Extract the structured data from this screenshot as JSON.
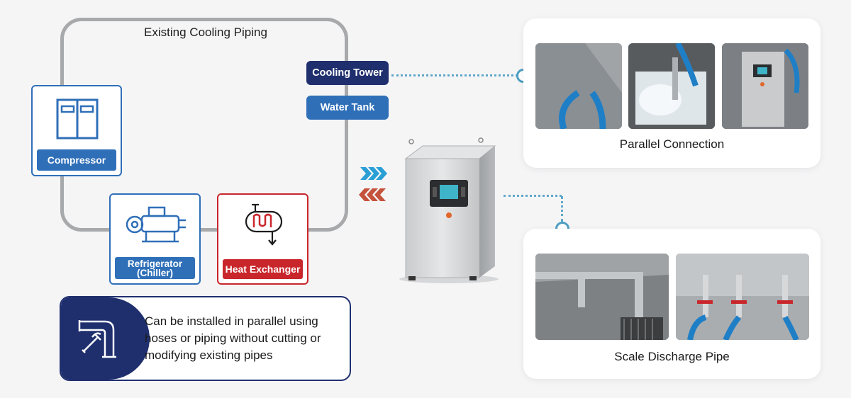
{
  "piping": {
    "title": "Existing Cooling Piping"
  },
  "components": {
    "compressor": "Compressor",
    "refrigerator_line1": "Refrigerator",
    "refrigerator_line2": "(Chiller)",
    "heat_exchanger": "Heat Exchanger"
  },
  "connections": {
    "cooling_tower": "Cooling Tower",
    "water_tank": "Water Tank"
  },
  "photos": {
    "parallel_caption": "Parallel Connection",
    "discharge_caption": "Scale Discharge Pipe"
  },
  "note": {
    "text": "Can be installed in parallel using hoses or piping without cutting or modifying existing pipes"
  },
  "colors": {
    "blue": "#2f6fb8",
    "navy": "#1f2f6e",
    "red": "#c9262b",
    "pipe_gray": "#a8a9ab",
    "teal_dots": "#5fa8c9",
    "arrow_in": "#2a9fd6",
    "arrow_out": "#c5523b"
  }
}
